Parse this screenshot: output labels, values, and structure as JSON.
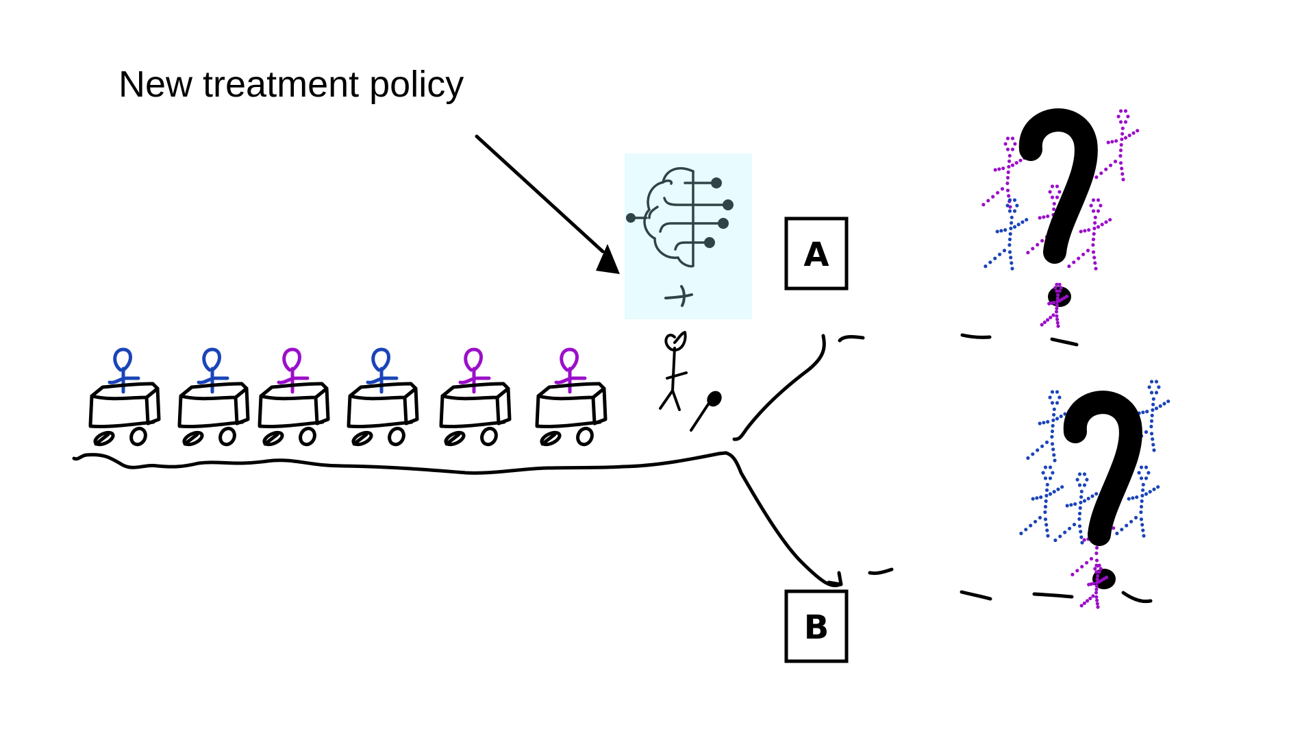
{
  "title": "New treatment policy",
  "colors": {
    "blue": "#1a44b8",
    "purple": "#9b0fc9",
    "ink": "#000000",
    "panel": "#e8fbfe",
    "brain": "#2f4447"
  },
  "ai_panel": {
    "icon": "brain-circuit-icon",
    "operator": "+",
    "human": "stick-figure-doctor-icon"
  },
  "patients": [
    {
      "group": "blue"
    },
    {
      "group": "blue"
    },
    {
      "group": "purple"
    },
    {
      "group": "blue"
    },
    {
      "group": "purple"
    },
    {
      "group": "purple"
    }
  ],
  "branches": [
    {
      "label": "A",
      "outcome": "?",
      "figures": [
        "purple",
        "purple",
        "blue",
        "purple",
        "purple"
      ]
    },
    {
      "label": "B",
      "outcome": "?",
      "figures": [
        "blue",
        "blue",
        "blue",
        "purple",
        "blue",
        "blue"
      ]
    }
  ]
}
